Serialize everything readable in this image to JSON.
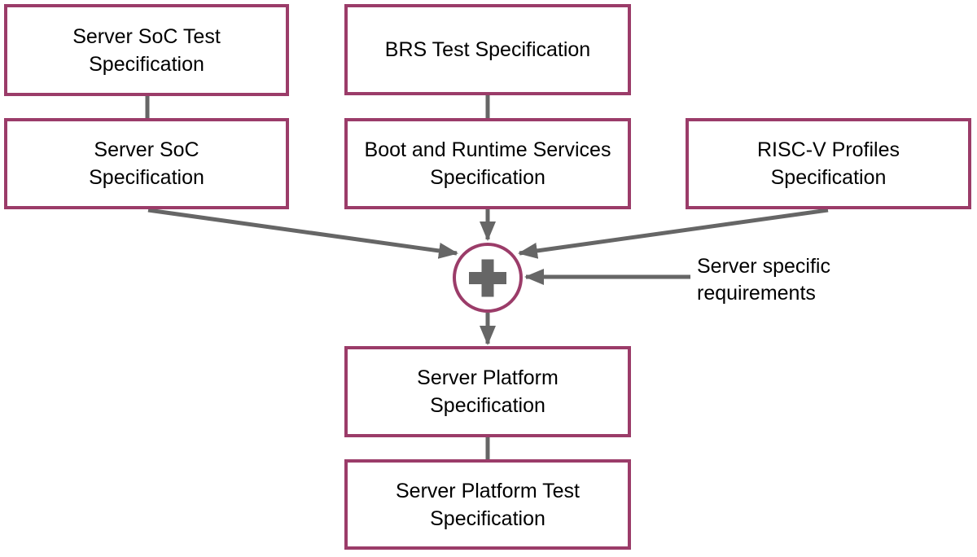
{
  "diagram": {
    "type": "flowchart",
    "colors": {
      "node_border": "#9b3c69",
      "node_fill": "#ffffff",
      "edge": "#666666",
      "text": "#000000",
      "background": "#ffffff"
    },
    "nodes": {
      "soc_test": {
        "line1": "Server SoC Test",
        "line2": "Specification"
      },
      "soc": {
        "line1": "Server SoC",
        "line2": "Specification"
      },
      "brs_test": {
        "line1": "BRS Test Specification",
        "line2": ""
      },
      "brs": {
        "line1": "Boot and Runtime Services",
        "line2": "Specification"
      },
      "profiles": {
        "line1": "RISC-V Profiles",
        "line2": "Specification"
      },
      "platform": {
        "line1": "Server Platform",
        "line2": "Specification"
      },
      "platform_test": {
        "line1": "Server Platform Test",
        "line2": "Specification"
      }
    },
    "merge_node": {
      "symbol": "plus-icon"
    },
    "annotation": {
      "line1": "Server specific",
      "line2": "requirements"
    }
  }
}
